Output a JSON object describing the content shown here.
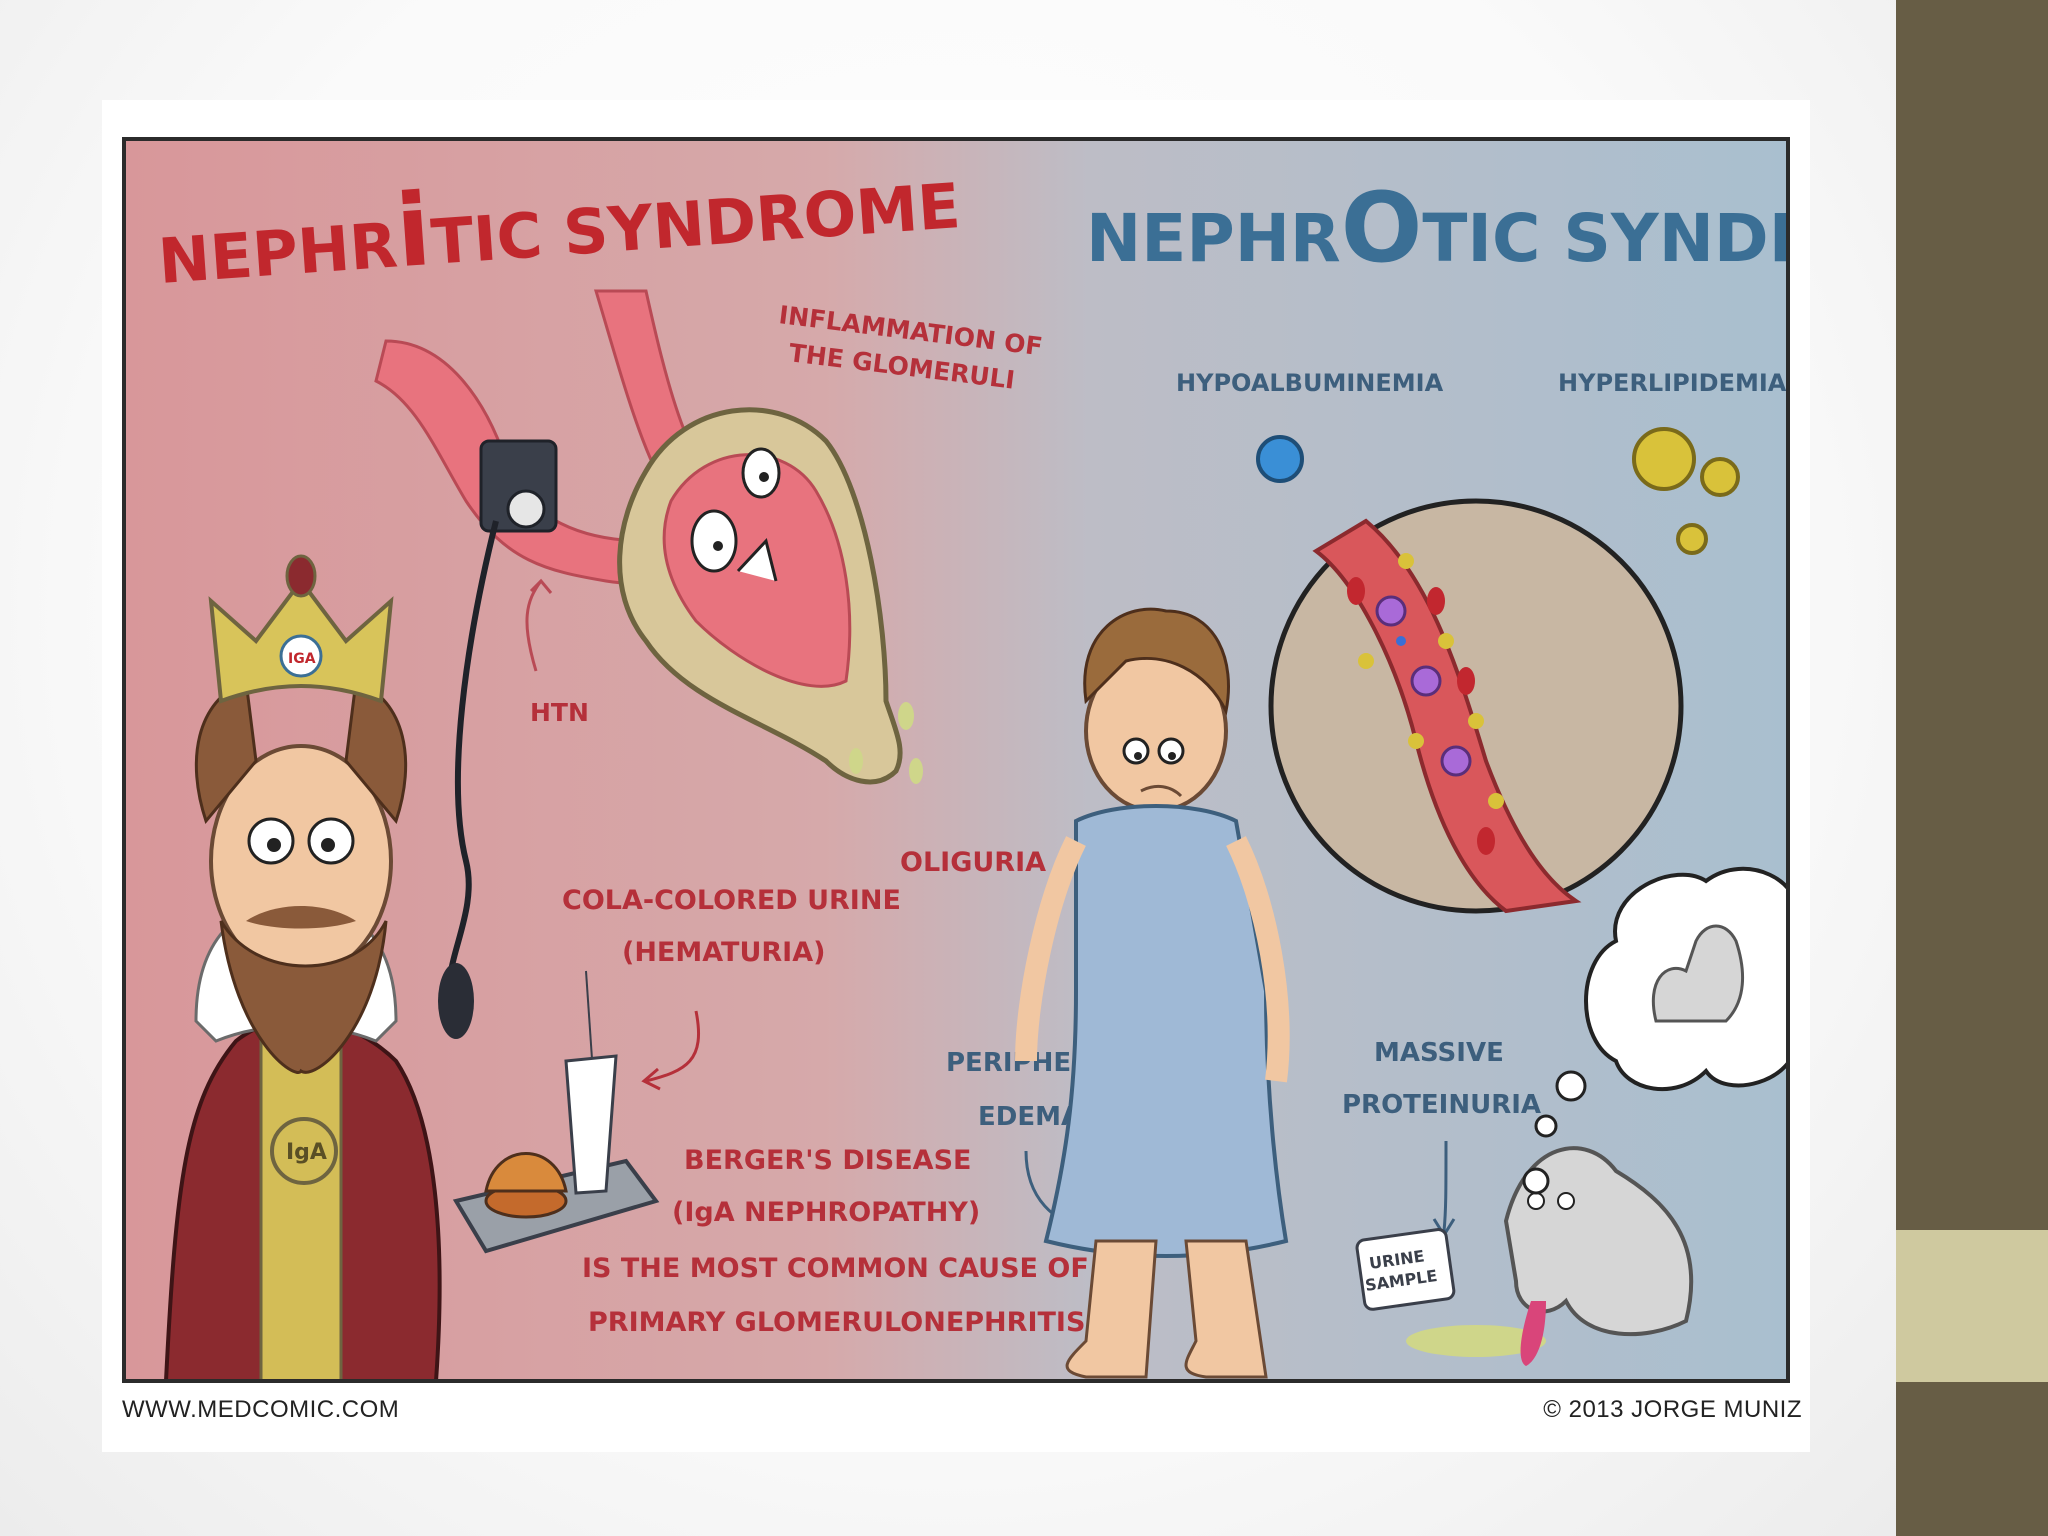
{
  "comic": {
    "left_title": {
      "before": "NEPHR",
      "highlight": "i",
      "after": "TIC SYNDROME"
    },
    "right_title": {
      "before": "NEPHR",
      "highlight": "O",
      "after": "TIC SYNDROME"
    },
    "labels": {
      "inflammation_1": "INFLAMMATION OF",
      "inflammation_2": "THE GLOMERULI",
      "htn": "HTN",
      "oliguria": "OLIGURIA",
      "cola_1": "COLA-COLORED URINE",
      "cola_2": "(HEMATURIA)",
      "berger_1": "BERGER'S DISEASE",
      "berger_2": "(IgA NEPHROPATHY)",
      "berger_3": "IS THE MOST COMMON CAUSE OF",
      "berger_4": "PRIMARY GLOMERULONEPHRITIS",
      "hypoalbuminemia": "HYPOALBUMINEMIA",
      "hyperlipidemia": "HYPERLIPIDEMIA",
      "peripheral_1": "PERIPHERAL",
      "peripheral_2": "EDEMA",
      "massive_1": "MASSIVE",
      "massive_2": "PROTEINURIA",
      "urine_1": "URINE",
      "urine_2": "SAMPLE",
      "crown_badge": "IGA",
      "medallion": "IgA"
    },
    "credit_left": "WWW.MEDCOMIC.COM",
    "credit_right": "© 2013 JORGE MUNIZ"
  },
  "colors": {
    "nephritic_red": "#c1272d",
    "nephrotic_blue": "#3b6f95",
    "label_red": "#b5303a",
    "label_blue": "#3d5f7d",
    "side_bar": "#675d45",
    "side_accent": "#cfc99f"
  }
}
